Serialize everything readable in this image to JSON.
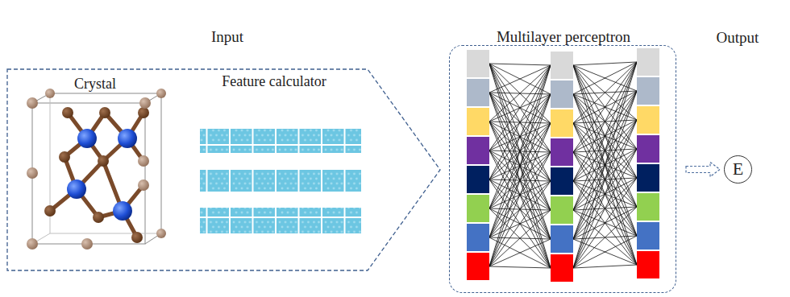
{
  "diagram": {
    "nodes": [
      {
        "text": [
          "Input"
        ]
      },
      {
        "text": [
          "Multilayer perceptron"
        ]
      },
      {
        "text": [
          "E"
        ]
      }
    ],
    "edges": [
      {
        "from": 1,
        "to": 2,
        "arrow": "to"
      }
    ],
    "labels": [
      "Output",
      "Crystal",
      "Feature calculator"
    ]
  }
}
